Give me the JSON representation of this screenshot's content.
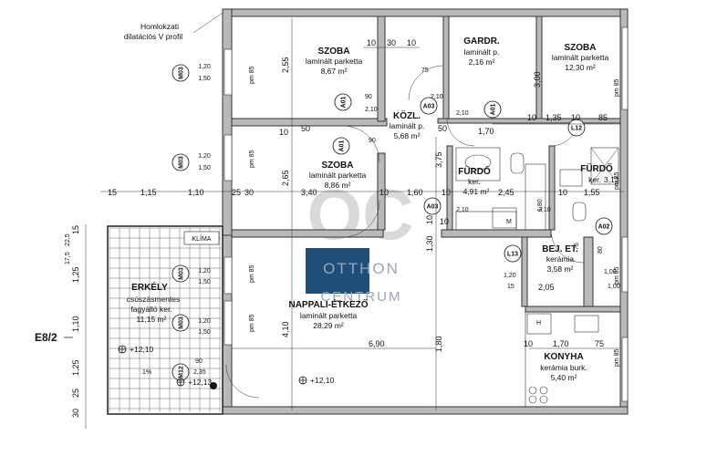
{
  "note": [
    "Homlokzati",
    "dilatációs V profil"
  ],
  "rooms": [
    {
      "id": "szoba1",
      "name": "SZOBA",
      "floor": "laminált parketta",
      "area": "8,67 m²"
    },
    {
      "id": "gardr",
      "name": "GARDR.",
      "floor": "laminált p.",
      "area": "2,16 m²"
    },
    {
      "id": "szoba3",
      "name": "SZOBA",
      "floor": "laminált parketta",
      "area": "12,30 m²"
    },
    {
      "id": "kozl",
      "name": "KÖZL.",
      "floor": "laminált p.",
      "area": "5,68 m²"
    },
    {
      "id": "szoba2",
      "name": "SZOBA",
      "floor": "laminált parketta",
      "area": "8,86 m²"
    },
    {
      "id": "furdo1",
      "name": "FÜRDŐ",
      "floor": "ker.",
      "area": "4,91 m²"
    },
    {
      "id": "furdo2",
      "name": "FÜRDŐ",
      "floor": "ker.",
      "area": "3,13"
    },
    {
      "id": "bej",
      "name": "BEJ. ET.",
      "floor": "kerámia",
      "area": "3,58 m²"
    },
    {
      "id": "erkely",
      "name": "ERKÉLY",
      "floor": "csúszásmentes",
      "floor2": "fagyálló ker.",
      "area": "11,15 m²"
    },
    {
      "id": "nappali",
      "name": "NAPPALI-ÉTKEZŐ",
      "floor": "laminált parketta",
      "area": "28,29 m²"
    },
    {
      "id": "konyha",
      "name": "KONYHA",
      "floor": "kerámia burk.",
      "area": "5,40 m²"
    }
  ],
  "tags": {
    "a01a": "A01",
    "a01b": "A01",
    "a01c": "A01",
    "a03a": "A03",
    "a03b": "A03",
    "l12": "L12",
    "l13": "L13",
    "a02": "A02",
    "m03a": "M03",
    "m03b": "M03",
    "m03c": "M03",
    "m03d": "M03",
    "m12": "M12"
  },
  "window_dims": {
    "w1": "1,20",
    "h1": "1,50",
    "w2": "1,20",
    "h2": "1,50",
    "w3": "1,20",
    "h3": "1,50",
    "w4": "1,20",
    "h4": "1,50"
  },
  "pm": "pm 85",
  "klima": "KLÍMA",
  "levels": {
    "l1": "+12,10",
    "l2": "+12,13",
    "l3": "+12,10"
  },
  "watermark": {
    "logo": "OC",
    "line1": "OTTHON",
    "line2": "CENTRUM"
  },
  "section_mark": "E8/2",
  "slope": "1%",
  "appliance": {
    "m": "M",
    "h": "H"
  },
  "dims": {
    "d_255": "2,55",
    "d_265": "2,65",
    "d_410": "4,10",
    "d_300": "3,00",
    "d_375": "3,75",
    "d_180": "1,80",
    "d_10a": "10",
    "d_30": "30",
    "d_10b": "10",
    "d_75a": "75",
    "d_210a": "2,10",
    "d_90a": "90",
    "d_210b": "2,10",
    "d_50a": "50",
    "d_50b": "50",
    "d_10c": "10",
    "d_90b": "90",
    "d_210c": "2,10",
    "d_170": "1,70",
    "d_10d": "10",
    "d_135": "1,35",
    "d_10e": "10",
    "d_85": "85",
    "row15": "15",
    "row115": "1,15",
    "row110": "1,10",
    "row25": "25",
    "row30": "30",
    "row340": "3,40",
    "row10a": "10",
    "row160": "1,60",
    "row10b": "10",
    "row245": "2,45",
    "row10c": "10",
    "row155": "1,55",
    "door_210a": "2,10",
    "door_210b": "2,10",
    "door_10": "10",
    "d_100": "1,00",
    "d_120": "1,20",
    "d_15": "15",
    "d_205": "2,05",
    "d_690": "6,90",
    "d_170b": "1,70",
    "d_75b": "75",
    "d_10f": "10",
    "d_90c": "90",
    "d_235": "2,35",
    "d_130": "1,30",
    "d_10g": "10",
    "d_80": "80",
    "d_75c": "75",
    "d_100b": "1,00",
    "lv_15": "15",
    "lv_225": "22,5",
    "lv_175": "17,5",
    "lv_125": "1,25",
    "lv_110": "1,10",
    "lv_125b": "1,25",
    "lv_25": "25",
    "lv_30": "30"
  }
}
